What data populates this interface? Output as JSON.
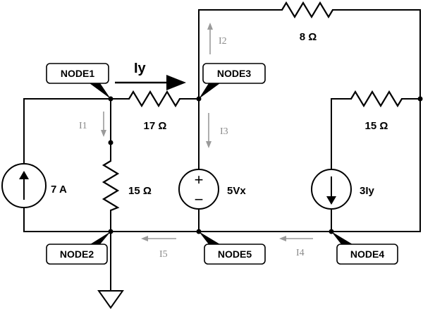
{
  "nodes": [
    "NODE1",
    "NODE2",
    "NODE3",
    "NODE4",
    "NODE5"
  ],
  "components": {
    "r_top": "8 Ω",
    "r_17": "17 Ω",
    "r_right": "15 Ω",
    "r_mid": "15 Ω",
    "current_source": "7 A",
    "voltage_source": "5Vx",
    "dependent_current_source": "3Iy"
  },
  "voltage_source_signs": {
    "plus": "+",
    "minus": "−"
  },
  "currents": {
    "iy": "Iy",
    "i1": "I1",
    "i2": "I2",
    "i3": "I3",
    "i4": "I4",
    "i5": "I5"
  }
}
